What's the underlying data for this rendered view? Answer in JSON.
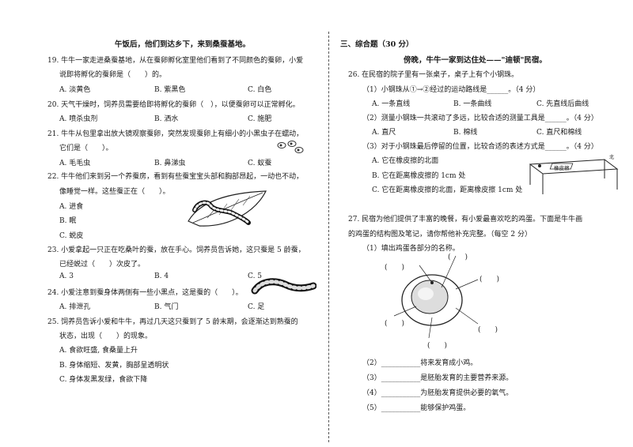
{
  "left": {
    "scene_heading": "午饭后，他们到达乡下，来到桑蚕基地。",
    "q19": {
      "l1": "19. 牛牛一家走进桑蚕基地，从在蚕卵孵化室里他们看到了不同颜色的蚕卵，小爱",
      "l2": "说即将孵化的蚕卵是（　　）的。",
      "a": "A. 淡黄色",
      "b": "B. 紫黑色",
      "c": "C. 白色"
    },
    "q20": {
      "l1": "20. 天气干燥时，饲养员需要给即将孵化的蚕卵（　），以便蚕卵可以正常孵化。",
      "a": "A. 喷杀虫剂",
      "b": "B. 洒水",
      "c": "C. 施肥"
    },
    "q21": {
      "l1": "21. 牛牛从包里拿出放大镜观察蚕卵，突然发现蚕卵上有细小的小黑虫子在蠕动，",
      "l2": "它们是（　　）。",
      "a": "A. 毛毛虫",
      "b": "B. 鼻涕虫",
      "c": "C. 蚁蚕"
    },
    "q22": {
      "l1": "22. 牛牛他们来到另一个养蚕房，看到有些蚕宝宝头部和胸部昂起，一动也不动，",
      "l2": "像睡觉一样。这些蚕正在（　　）。",
      "a": "A. 进食",
      "b": "B. 眠",
      "c": "C. 蜕皮"
    },
    "q23": {
      "l1": "23. 小爱拿起一只正在吃桑叶的蚕，放在手心。饲养员告诉她，这只蚕是 5 龄蚕，",
      "l2": "已经蜕过（　　）次皮了。",
      "a": "A. 3",
      "b": "B. 4",
      "c": "C. 5"
    },
    "q24": {
      "l1": "24. 小爱注意到蚕身体两侧有一些小黑点，这是蚕的（　　）。",
      "a": "A. 排泄孔",
      "b": "B. 气门",
      "c": "C. 足"
    },
    "q25": {
      "l1": "25. 饲养员告诉小爱和牛牛，再过几天这只蚕到了 5 龄末期，会逐渐达到熟蚕的",
      "l2": "状态，出现（　　）的现象。",
      "a": "A. 食欲旺盛, 食桑量上升",
      "b": "B. 身体缩短、发黄，胸部呈透明状",
      "c": "C. 身体发黑发绿，食欲下降"
    }
  },
  "right": {
    "section_title": "三、综合题（30 分）",
    "scene_heading": "傍晚，牛牛一家到达住处——\"迪顿\"民宿。",
    "q26": {
      "intro": "26. 在民宿的院子里有一张桌子，桌子上有个小钢珠。",
      "s1": "（1）小钢珠从①→②经过的运动路线是______。（4 分）",
      "s1a": "A. 一条直线",
      "s1b": "B. 一条曲线",
      "s1c": "C. 先直线后曲线",
      "s2": "（2）测量小钢珠一共滚动了多远，比较合适的测量工具是______。（4 分）",
      "s2a": "A. 直尺",
      "s2b": "B. 棉线",
      "s2c": "C. 直尺和棉线",
      "s3": "（3）对于小钢珠最后停留的位置，比较合适的表述方式是______。（4 分）",
      "s3a": "A. 它在橡皮擦的北面",
      "s3b": "B. 它在距离橡皮擦的 1cm 处",
      "s3c": "C. 它在距离橡皮擦的北面，距离橡皮擦 1cm 处",
      "eraser_label": "橡皮擦",
      "north_label": "北",
      "arrow_label": "⟶"
    },
    "q27": {
      "l1": "27. 民宿为他们提供了丰富的晚餐，有小爱最喜欢吃的鸡蛋。下面是牛牛画",
      "l2": "的鸡蛋的结构图及笔记，请你帮他补充完整。（每空 2 分）",
      "s1": "（1）填出鸡蛋各部分的名称。",
      "paren": "(　　)",
      "f2": "（2）___________将来发育成小鸡。",
      "f3": "（3）___________是胚胎发育的主要营养来源。",
      "f4": "（4）___________为胚胎发育提供必要的氧气。",
      "f5": "（5）___________能够保护鸡蛋。"
    }
  }
}
